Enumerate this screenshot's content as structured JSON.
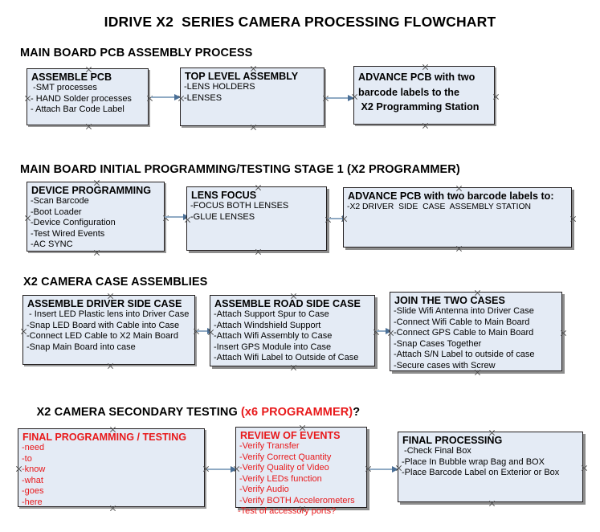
{
  "title": "IDRIVE X2  SERIES CAMERA PROCESSING FLOWCHART",
  "colors": {
    "box_fill": "#e4ebf5",
    "box_border": "#231f20",
    "box_shadow": "#9a9a9a",
    "connector": "#8faac4",
    "arrow_head": "#4a6f96",
    "accent_red": "#e8191b",
    "text": "#000000",
    "background": "#ffffff"
  },
  "sections": [
    {
      "heading": "MAIN BOARD PCB ASSEMBLY PROCESS",
      "heading_accent": "",
      "heading_suffix": ""
    },
    {
      "heading": "MAIN BOARD INITIAL PROGRAMMING/TESTING STAGE 1 (X2 PROGRAMMER)",
      "heading_accent": "",
      "heading_suffix": ""
    },
    {
      "heading": "X2 CAMERA CASE ASSEMBLIES",
      "heading_accent": "",
      "heading_suffix": ""
    },
    {
      "heading": "X2 CAMERA SECONDARY TESTING ",
      "heading_accent": "(x6 PROGRAMMER)",
      "heading_suffix": "?"
    }
  ],
  "boxes": {
    "assemble_pcb": {
      "title": "ASSEMBLE PCB",
      "lines": [
        " -SMT processes",
        "- HAND Solder processes",
        "- Attach Bar Code Label"
      ]
    },
    "top_level_assembly": {
      "title": "TOP LEVEL ASSEMBLY",
      "lines": [
        "-LENS HOLDERS",
        "-LENSES"
      ]
    },
    "advance_pcb_programming": {
      "title": "ADVANCE PCB with two",
      "lines": [
        "barcode labels to the",
        " X2 Programming Station"
      ]
    },
    "device_programming": {
      "title": "DEVICE PROGRAMMING",
      "lines": [
        "-Scan Barcode",
        "-Boot Loader",
        "-Device Configuration",
        "-Test Wired Events",
        "-AC SYNC"
      ]
    },
    "lens_focus": {
      "title": "LENS FOCUS",
      "lines": [
        "-FOCUS BOTH LENSES",
        "-GLUE LENSES"
      ]
    },
    "advance_pcb_driver_side": {
      "title": "ADVANCE PCB with two barcode labels to:",
      "lines": [
        "-X2 DRIVER  SIDE  CASE  ASSEMBLY STATION"
      ]
    },
    "assemble_driver_side_case": {
      "title": "ASSEMBLE DRIVER SIDE CASE",
      "lines": [
        " - Insert LED Plastic lens into Driver Case",
        "-Snap LED Board with Cable into Case",
        "-Connect LED Cable to X2 Main Board",
        "-Snap Main Board into case"
      ]
    },
    "assemble_road_side_case": {
      "title": "ASSEMBLE ROAD SIDE CASE",
      "lines": [
        "-Attach Support Spur to Case",
        "-Attach Windshield Support",
        "-Attach Wifi Assembly to Case",
        "-Insert GPS Module into Case",
        "-Attach Wifi Label to Outside of Case"
      ]
    },
    "join_the_two_cases": {
      "title": "JOIN THE TWO CASES",
      "lines": [
        "-Slide Wifi Antenna into Driver Case",
        "-Connect Wifi Cable to Main Board",
        "-Connect GPS Cable to Main Board",
        "-Snap Cases Together",
        "-Attach S/N Label to outside of case",
        "-Secure cases with Screw"
      ]
    },
    "final_programming_testing": {
      "title": "FINAL PROGRAMMING / TESTING",
      "lines": [
        "-need",
        "-to",
        "-know",
        "-what",
        "-goes",
        "-here"
      ]
    },
    "review_of_events": {
      "title": "REVIEW OF EVENTS",
      "lines": [
        "-Verify Transfer",
        "-Verify Correct Quantity",
        "-Verify Quality of Video",
        "-Verify LEDs function",
        "-Verify Audio",
        "-Verify BOTH Accelerometers"
      ],
      "overflow_line": "-Test of accessory ports?"
    },
    "final_processing": {
      "title": "FINAL PROCESSING",
      "lines": [
        " -Check Final Box",
        "-Place In Bubble wrap Bag and BOX",
        "-Place Barcode Label on Exterior or Box"
      ]
    }
  }
}
